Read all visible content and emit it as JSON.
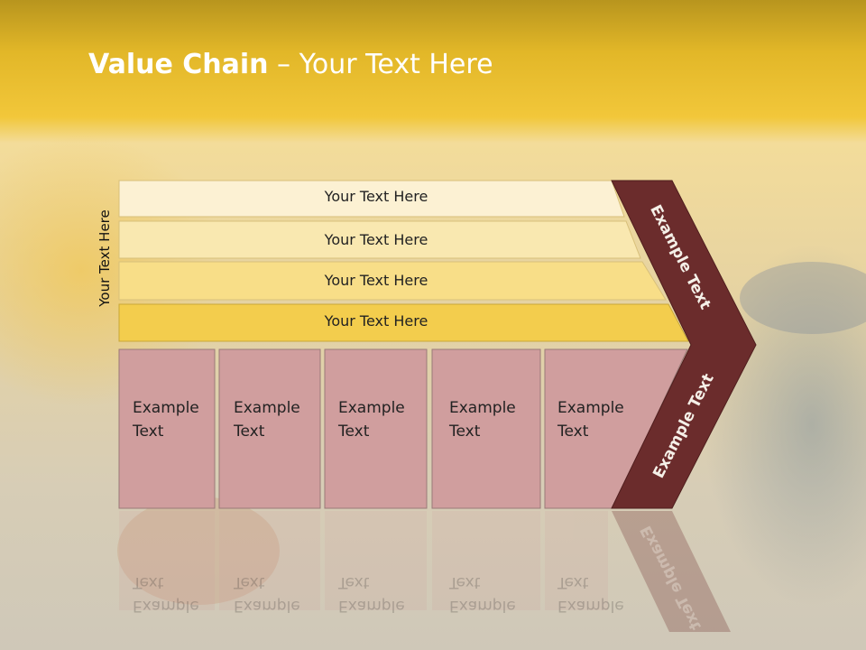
{
  "slide": {
    "title_bold": "Value Chain",
    "title_rest": " – Your Text Here",
    "side_label": "Your Text Here"
  },
  "bars": [
    {
      "label": "Your Text Here",
      "color": "#fcf1d3"
    },
    {
      "label": "Your Text Here",
      "color": "#f9e8b0"
    },
    {
      "label": "Your Text Here",
      "color": "#f8de88"
    },
    {
      "label": "Your Text Here",
      "color": "#f3cd4d"
    }
  ],
  "boxes": [
    {
      "line1": "Example",
      "line2": "Text"
    },
    {
      "line1": "Example",
      "line2": "Text"
    },
    {
      "line1": "Example",
      "line2": "Text"
    },
    {
      "line1": "Example",
      "line2": "Text"
    },
    {
      "line1": "Example",
      "line2": "Text"
    }
  ],
  "chevron": {
    "upper_label": "Example Text",
    "lower_label": "Example Text"
  },
  "colors": {
    "banner": "#f0c42a",
    "box_fill": "#d09e9e",
    "chevron_fill": "#6b2c2c",
    "title_text": "#ffffff"
  }
}
